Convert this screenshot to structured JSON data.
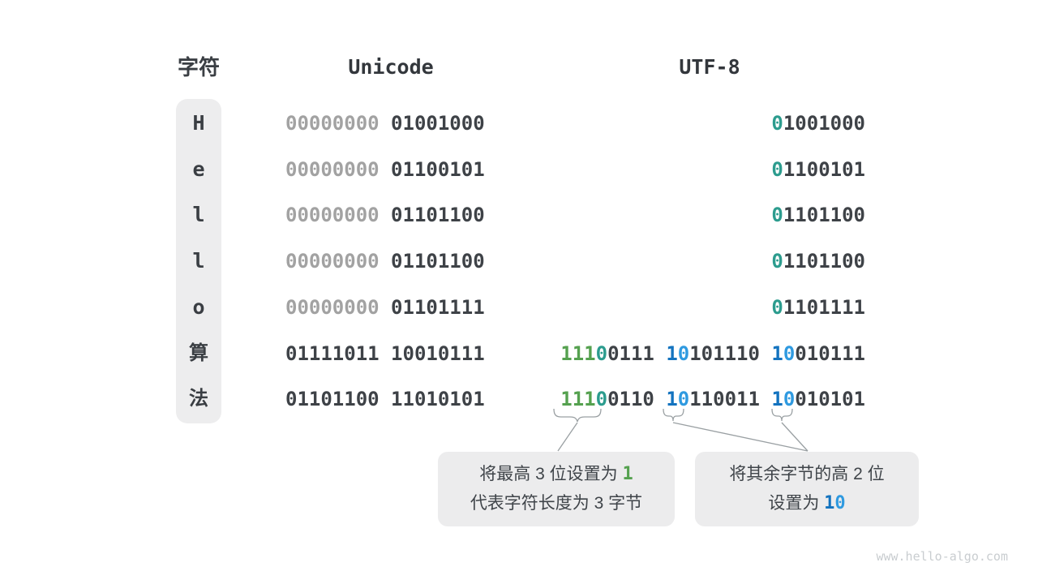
{
  "headers": {
    "char": "字符",
    "unicode": "Unicode",
    "utf8": "UTF-8"
  },
  "colors": {
    "dark": "#3e4247",
    "gray": "#a2a2a2",
    "green": "#55a14f",
    "teal": "#2c9c8e",
    "b1": "#1373bf",
    "b2": "#2f9ae0"
  },
  "rows": [
    {
      "char": "H",
      "char_type": "latin",
      "unicode": [
        [
          "gray",
          "00000000"
        ],
        [
          "dark",
          " 01001000"
        ]
      ],
      "utf8": [
        [
          "teal",
          "0"
        ],
        [
          "dark",
          "1001000"
        ]
      ]
    },
    {
      "char": "e",
      "char_type": "latin",
      "unicode": [
        [
          "gray",
          "00000000"
        ],
        [
          "dark",
          " 01100101"
        ]
      ],
      "utf8": [
        [
          "teal",
          "0"
        ],
        [
          "dark",
          "1100101"
        ]
      ]
    },
    {
      "char": "l",
      "char_type": "latin",
      "unicode": [
        [
          "gray",
          "00000000"
        ],
        [
          "dark",
          " 01101100"
        ]
      ],
      "utf8": [
        [
          "teal",
          "0"
        ],
        [
          "dark",
          "1101100"
        ]
      ]
    },
    {
      "char": "l",
      "char_type": "latin",
      "unicode": [
        [
          "gray",
          "00000000"
        ],
        [
          "dark",
          " 01101100"
        ]
      ],
      "utf8": [
        [
          "teal",
          "0"
        ],
        [
          "dark",
          "1101100"
        ]
      ]
    },
    {
      "char": "o",
      "char_type": "latin",
      "unicode": [
        [
          "gray",
          "00000000"
        ],
        [
          "dark",
          " 01101111"
        ]
      ],
      "utf8": [
        [
          "teal",
          "0"
        ],
        [
          "dark",
          "1101111"
        ]
      ]
    },
    {
      "char": "算",
      "char_type": "cjk",
      "unicode": [
        [
          "dark",
          "01111011 10010111"
        ]
      ],
      "utf8": [
        [
          "green",
          "111"
        ],
        [
          "teal",
          "0"
        ],
        [
          "dark",
          "0111 "
        ],
        [
          "b1",
          "1"
        ],
        [
          "b2",
          "0"
        ],
        [
          "dark",
          "101110 "
        ],
        [
          "b1",
          "1"
        ],
        [
          "b2",
          "0"
        ],
        [
          "dark",
          "010111"
        ]
      ]
    },
    {
      "char": "法",
      "char_type": "cjk",
      "unicode": [
        [
          "dark",
          "01101100 11010101"
        ]
      ],
      "utf8": [
        [
          "green",
          "111"
        ],
        [
          "teal",
          "0"
        ],
        [
          "dark",
          "0110 "
        ],
        [
          "b1",
          "1"
        ],
        [
          "b2",
          "0"
        ],
        [
          "dark",
          "110011 "
        ],
        [
          "b1",
          "1"
        ],
        [
          "b2",
          "0"
        ],
        [
          "dark",
          "010101"
        ]
      ]
    }
  ],
  "callouts": {
    "left": {
      "line1_text": "将最高 3 位设置为 ",
      "line1_value_segs": [
        [
          "green",
          "1"
        ]
      ],
      "line2": "代表字符长度为 3 字节"
    },
    "right": {
      "line1": "将其余字节的高 2 位",
      "line2_text": "设置为 ",
      "line2_value_segs": [
        [
          "b1",
          "1"
        ],
        [
          "b2",
          "0"
        ]
      ]
    }
  },
  "watermark": "www.hello-algo.com"
}
